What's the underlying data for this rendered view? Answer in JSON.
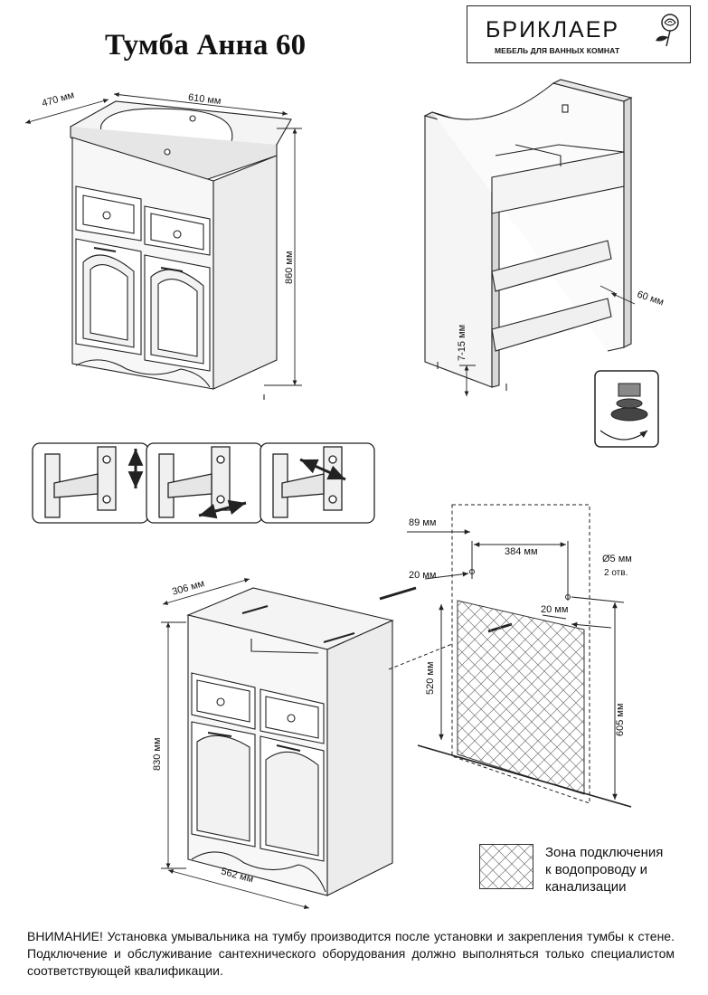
{
  "title": "Тумба Анна 60",
  "brand": {
    "name": "БРИКЛАЕР",
    "tagline": "МЕБЕЛЬ ДЛЯ ВАННЫХ КОМНАТ",
    "logo_icon": "rose-icon"
  },
  "dimensions": {
    "top_view": {
      "depth": "470 мм",
      "width": "610 мм",
      "height": "860 мм"
    },
    "frame_view": {
      "leg_adjust": "7-15 мм",
      "recess": "60 мм"
    },
    "bottom_view": {
      "depth": "306 мм",
      "height": "830 мм",
      "width": "562 мм"
    },
    "wall_mount": {
      "left_offset": "89 мм",
      "hole_spacing": "384 мм",
      "hole_diameter": "Ø5 мм",
      "hole_count": "2 отв.",
      "hole_offset_left": "20 мм",
      "hole_offset_right": "20 мм",
      "zone_height": "520 мм",
      "mount_height": "605 мм"
    }
  },
  "legend": {
    "lines": [
      "Зона подключения",
      "к водопроводу и",
      "канализации"
    ]
  },
  "notice": "ВНИМАНИЕ! Установка умывальника на тумбу производится после установки и закрепления тумбы к стене. Подключение и обслуживание сантехнического оборудования должно выполняться только специалистом соответствующей квалификации.",
  "colors": {
    "line": "#222222",
    "fill_light": "#f2f2f2",
    "fill_mid": "#d9d9d9",
    "fill_dark": "#9a9a9a"
  }
}
